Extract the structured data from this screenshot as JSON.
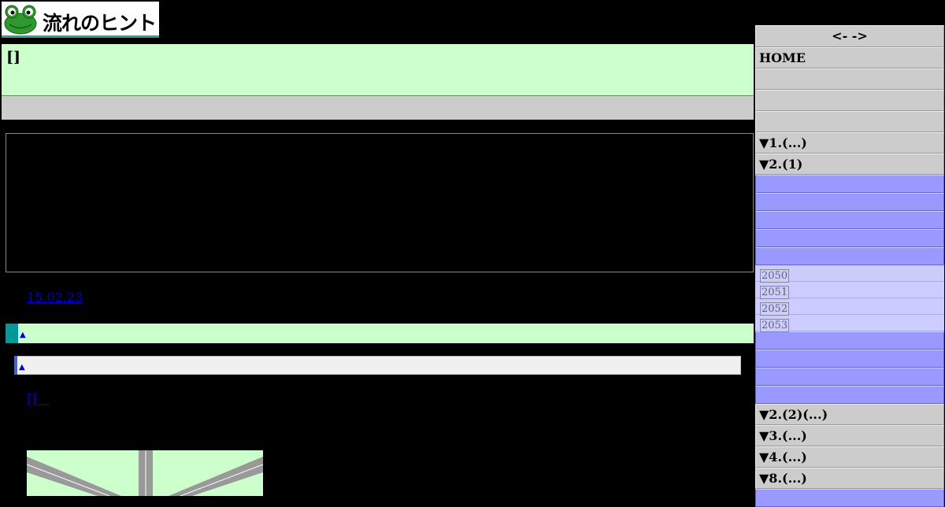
{
  "logo": {
    "text": "流れのヒント"
  },
  "header": {
    "title": "[]"
  },
  "main": {
    "date_link": "15.02.23",
    "section1_arrow": "▲",
    "section2_arrow": "▲",
    "small_link": "[]__"
  },
  "sidebar": {
    "nav": "<-  ->",
    "home": "HOME",
    "top_items": [
      "",
      "",
      ""
    ],
    "menu_1": "▼1.(...)",
    "menu_2_1": "▼2.(1)",
    "years": [
      "2050",
      "2051",
      "2052",
      "2053"
    ],
    "menu_2_2": "▼2.(2)(...)",
    "menu_3": "▼3.(...)",
    "menu_4": "▼4.(...)",
    "menu_8": "▼8.(...)"
  },
  "colors": {
    "header_green": "#ccffcc",
    "teal": "#009999",
    "sidebar_grey": "#cccccc",
    "sidebar_blue": "#9999ff",
    "sidebar_lightblue": "#ccccff"
  }
}
